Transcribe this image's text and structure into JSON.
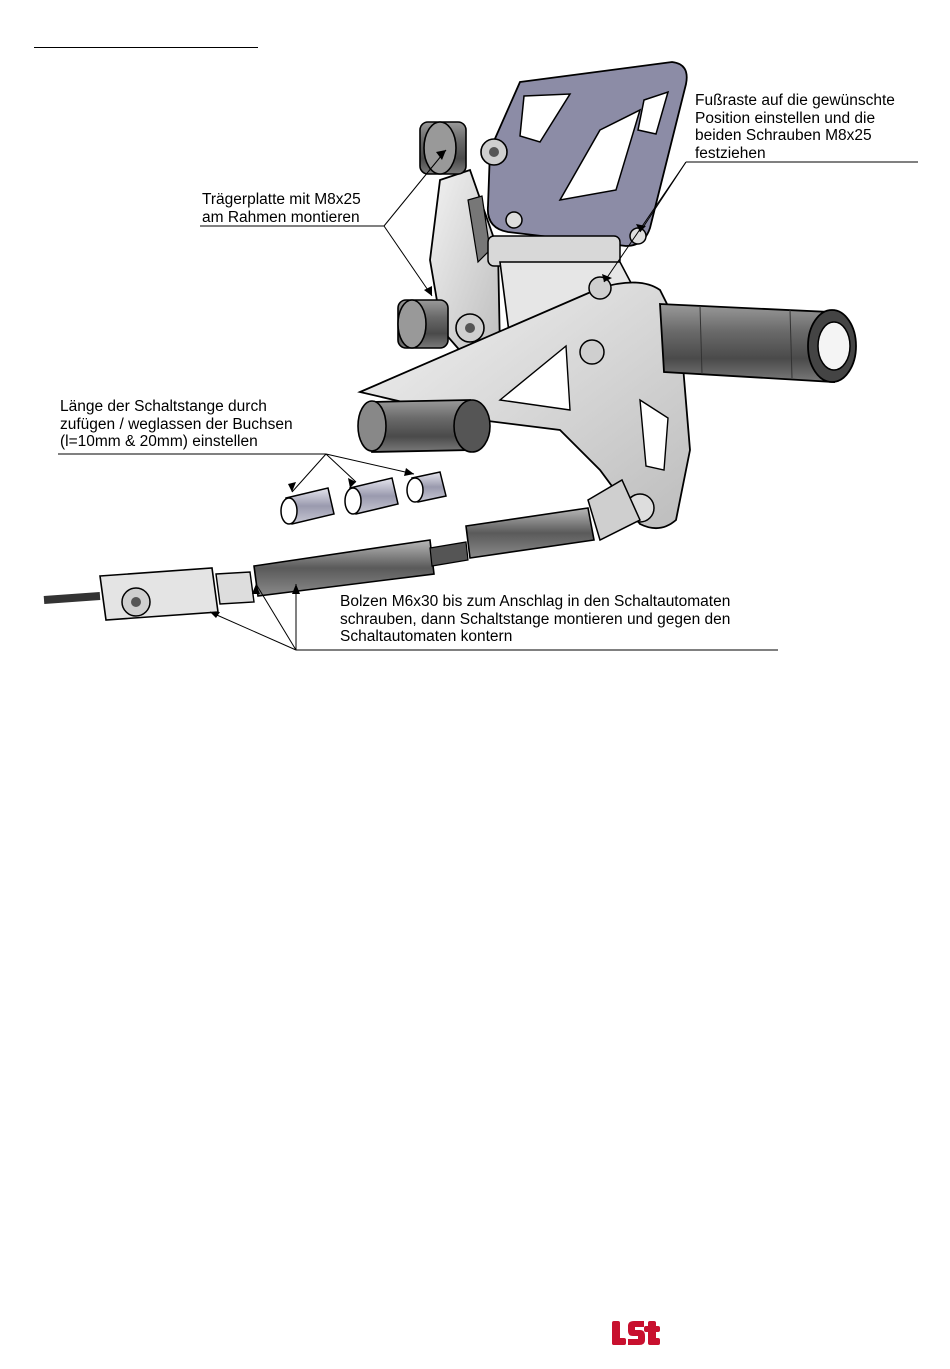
{
  "callouts": {
    "footrest_position": [
      "Fußraste auf die gewünschte",
      "Position einstellen und die",
      "beiden Schrauben M8x25",
      "festziehen"
    ],
    "carrier_plate": [
      "Trägerplatte mit M8x25",
      "am Rahmen montieren"
    ],
    "shift_rod_length": [
      "Länge der Schaltstange durch",
      "zufügen / weglassen der Buchsen",
      "(l=10mm & 20mm) einstellen"
    ],
    "bolt_mounting": [
      "Bolzen M6x30 bis zum Anschlag in den Schaltautomaten",
      "schrauben, dann Schaltstange montieren und gegen den",
      "Schaltautomaten kontern"
    ]
  },
  "logo": {
    "text": "LSL",
    "color": "#c8102e"
  },
  "colors": {
    "plate": "#8c8ca6",
    "dark_metal": "#6e6e6e",
    "light_metal": "#d4d4d4"
  }
}
